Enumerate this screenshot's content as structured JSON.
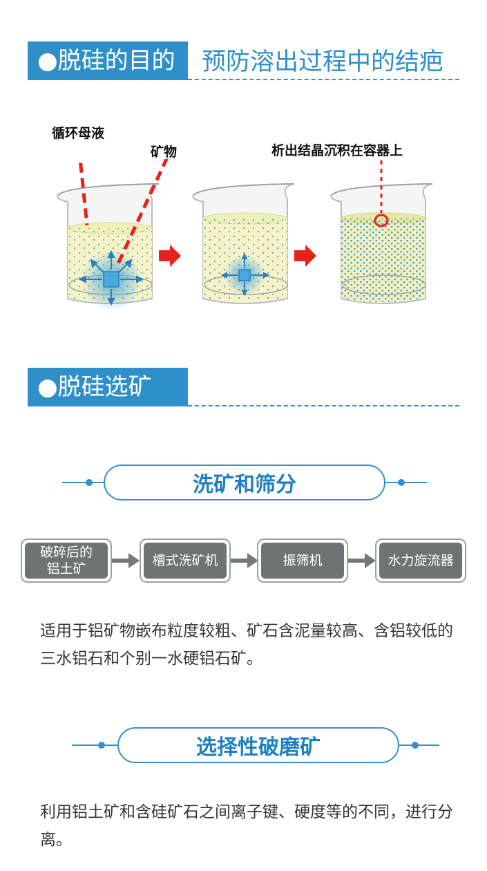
{
  "section1": {
    "tab_title": "●脱硅的目的",
    "subtitle": "预防溶出过程中的结疤"
  },
  "illustration": {
    "label_mother_liquor": "循环母液",
    "label_mineral": "矿物",
    "label_crystal": "析出结晶沉积在容器上"
  },
  "section2": {
    "tab_title": "●脱硅选矿"
  },
  "method1": {
    "title": "洗矿和筛分",
    "flow": [
      "破碎后的\n铝土矿",
      "槽式洗矿机",
      "振筛机",
      "水力旋流器"
    ],
    "description": "适用于铝矿物嵌布粒度较粗、矿石含泥量较高、含铝较低的三水铝石和个别一水硬铝石矿。"
  },
  "method2": {
    "title": "选择性破磨矿",
    "description": "利用铝土矿和含硅矿石之间离子键、硬度等的不同，进行分离。"
  },
  "colors": {
    "accent_blue": "#2f8fc8",
    "flow_gray": "#6e7375",
    "red": "#e8201e"
  }
}
